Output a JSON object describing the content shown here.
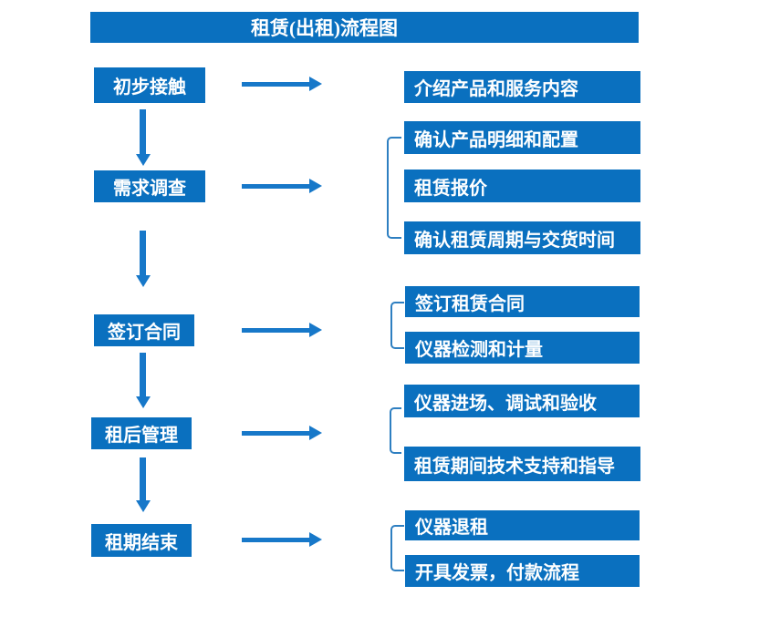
{
  "title": "租赁(出租)流程图",
  "colors": {
    "box_blue": "#0a70bf",
    "arrow_blue": "#1778c9",
    "bracket_blue": "#2e7fc1",
    "text": "#ffffff",
    "background": "#ffffff"
  },
  "steps": [
    {
      "label": "初步接触",
      "details": [
        "介绍产品和服务内容"
      ]
    },
    {
      "label": "需求调查",
      "details": [
        "确认产品明细和配置",
        "租赁报价",
        "确认租赁周期与交货时间"
      ]
    },
    {
      "label": "签订合同",
      "details": [
        "签订租赁合同",
        "仪器检测和计量"
      ]
    },
    {
      "label": "租后管理",
      "details": [
        "仪器进场、调试和验收",
        "租赁期间技术支持和指导"
      ]
    },
    {
      "label": "租期结束",
      "details": [
        "仪器退租",
        "开具发票，付款流程"
      ]
    }
  ]
}
